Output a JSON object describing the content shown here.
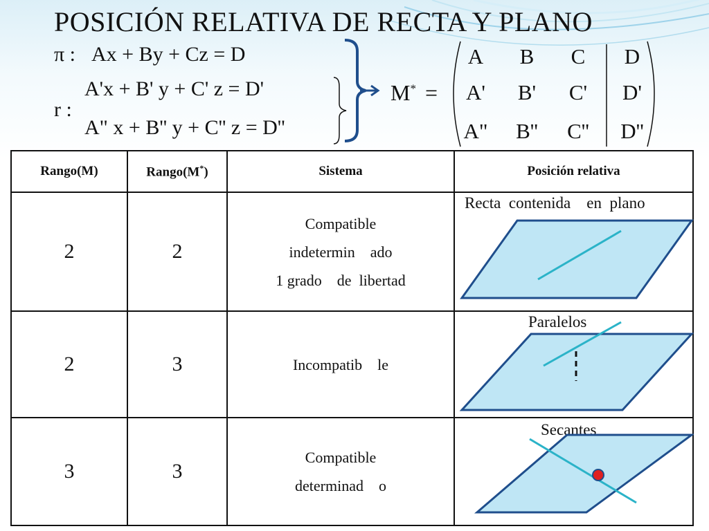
{
  "slide": {
    "title": "POSICIÓN RELATIVA DE RECTA Y PLANO"
  },
  "equations": {
    "plane_lhs": "π :",
    "plane": "Ax + By + Cz = D",
    "line_label": "r :",
    "line_eq1": "A'x + B' y + C' z = D'",
    "line_eq2": "A\" x + B'' y + C'' z = D''"
  },
  "matrix": {
    "label": "M",
    "label_sup": "*",
    "equals": "=",
    "rows": [
      [
        "A",
        "B",
        "C",
        "D"
      ],
      [
        "A'",
        "B'",
        "C'",
        "D'"
      ],
      [
        "A\"",
        "B''",
        "C''",
        "D''"
      ]
    ]
  },
  "table": {
    "headers": {
      "rank_m": "Rango(M)",
      "rank_ms_prefix": "Rango(M",
      "rank_ms_sup": "*",
      "rank_ms_suffix": ")",
      "system": "Sistema",
      "position": "Posición relativa"
    },
    "rows": [
      {
        "rank_m": "2",
        "rank_ms": "2",
        "system_lines": [
          "Compatible",
          "indetermin    ado",
          "1 grado    de  libertad"
        ],
        "position_label": "Recta  contenida    en  plano"
      },
      {
        "rank_m": "2",
        "rank_ms": "3",
        "system_lines": [
          "Incompatib    le"
        ],
        "position_label": "Paralelos"
      },
      {
        "rank_m": "3",
        "rank_ms": "3",
        "system_lines": [
          "Compatible",
          "determinad    o"
        ],
        "position_label": "Secantes"
      }
    ]
  },
  "colors": {
    "plane_fill": "#bfe6f5",
    "plane_stroke": "#1f4e8c",
    "line_color": "#2bb3c8",
    "brace_color": "#1f4e8c",
    "point_color": "#e02020"
  }
}
